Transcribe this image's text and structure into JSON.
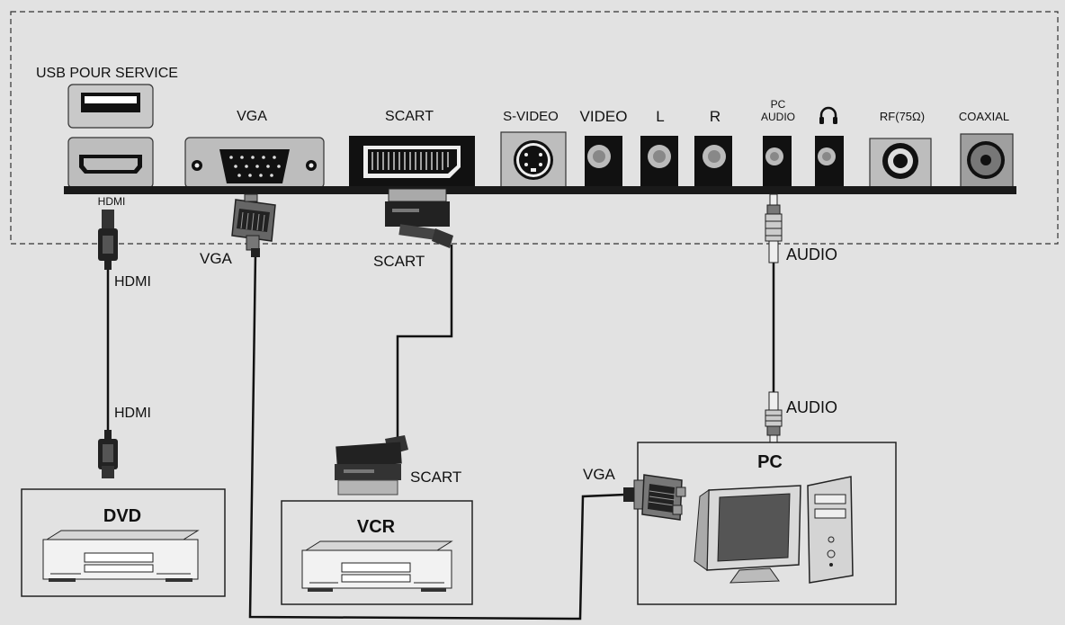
{
  "panel": {
    "usb_label": "USB POUR SERVICE",
    "hdmi_port_label": "HDMI",
    "vga_port_label": "VGA",
    "scart_port_label": "SCART",
    "svideo_label": "S-VIDEO",
    "video_label": "VIDEO",
    "l_label": "L",
    "r_label": "R",
    "pc_audio_label_1": "PC",
    "pc_audio_label_2": "AUDIO",
    "rf_label": "RF(75Ω)",
    "coaxial_label": "COAXIAL"
  },
  "cables": {
    "hdmi_top": "HDMI",
    "hdmi_bottom": "HDMI",
    "vga_tv": "VGA",
    "scart_tv": "SCART",
    "scart_vcr": "SCART",
    "audio_tv": "AUDIO",
    "audio_pc": "AUDIO",
    "vga_pc": "VGA"
  },
  "devices": {
    "dvd": "DVD",
    "vcr": "VCR",
    "pc": "PC"
  },
  "icons": [
    "headphone-icon"
  ]
}
